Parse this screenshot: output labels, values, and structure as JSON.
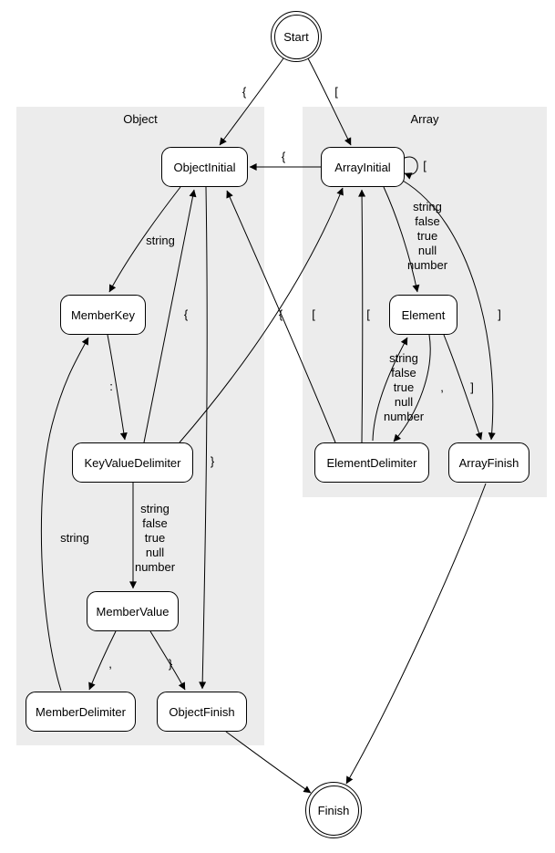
{
  "clusters": {
    "object": {
      "label": "Object"
    },
    "array": {
      "label": "Array"
    }
  },
  "nodes": {
    "start": {
      "label": "Start",
      "shape": "doublecircle"
    },
    "object_initial": {
      "label": "ObjectInitial"
    },
    "array_initial": {
      "label": "ArrayInitial"
    },
    "member_key": {
      "label": "MemberKey"
    },
    "element": {
      "label": "Element"
    },
    "key_value_delimiter": {
      "label": "KeyValueDelimiter"
    },
    "element_delimiter": {
      "label": "ElementDelimiter"
    },
    "array_finish": {
      "label": "ArrayFinish"
    },
    "member_value": {
      "label": "MemberValue"
    },
    "member_delimiter": {
      "label": "MemberDelimiter"
    },
    "object_finish": {
      "label": "ObjectFinish"
    },
    "finish": {
      "label": "Finish",
      "shape": "doublecircle"
    }
  },
  "edges": [
    {
      "from": "Start",
      "to": "ObjectInitial",
      "label": "{"
    },
    {
      "from": "Start",
      "to": "ArrayInitial",
      "label": "["
    },
    {
      "from": "ArrayInitial",
      "to": "ObjectInitial",
      "label": "{"
    },
    {
      "from": "ArrayInitial",
      "to": "ArrayInitial",
      "label": "["
    },
    {
      "from": "ObjectInitial",
      "to": "MemberKey",
      "label": "string"
    },
    {
      "from": "ObjectInitial",
      "to": "ObjectFinish",
      "label": "}"
    },
    {
      "from": "MemberKey",
      "to": "KeyValueDelimiter",
      "label": ":"
    },
    {
      "from": "KeyValueDelimiter",
      "to": "MemberValue",
      "label": "string\nfalse\ntrue\nnull\nnumber"
    },
    {
      "from": "KeyValueDelimiter",
      "to": "ObjectInitial",
      "label": "{"
    },
    {
      "from": "KeyValueDelimiter",
      "to": "ArrayInitial",
      "label": "["
    },
    {
      "from": "MemberValue",
      "to": "MemberDelimiter",
      "label": ","
    },
    {
      "from": "MemberValue",
      "to": "ObjectFinish",
      "label": "}"
    },
    {
      "from": "MemberDelimiter",
      "to": "MemberKey",
      "label": "string"
    },
    {
      "from": "ArrayInitial",
      "to": "Element",
      "label": "string\nfalse\ntrue\nnull\nnumber"
    },
    {
      "from": "ArrayInitial",
      "to": "ArrayFinish",
      "label": "]"
    },
    {
      "from": "Element",
      "to": "ElementDelimiter",
      "label": ","
    },
    {
      "from": "Element",
      "to": "ArrayFinish",
      "label": "]"
    },
    {
      "from": "ElementDelimiter",
      "to": "Element",
      "label": "string\nfalse\ntrue\nnull\nnumber"
    },
    {
      "from": "ElementDelimiter",
      "to": "ObjectInitial",
      "label": "{"
    },
    {
      "from": "ElementDelimiter",
      "to": "ArrayInitial",
      "label": "["
    },
    {
      "from": "ObjectFinish",
      "to": "Finish",
      "label": ""
    },
    {
      "from": "ArrayFinish",
      "to": "Finish",
      "label": ""
    }
  ],
  "colors": {
    "cluster_fill": "#ececec",
    "node_fill": "#ffffff",
    "stroke": "#000000",
    "background": "#ffffff"
  }
}
